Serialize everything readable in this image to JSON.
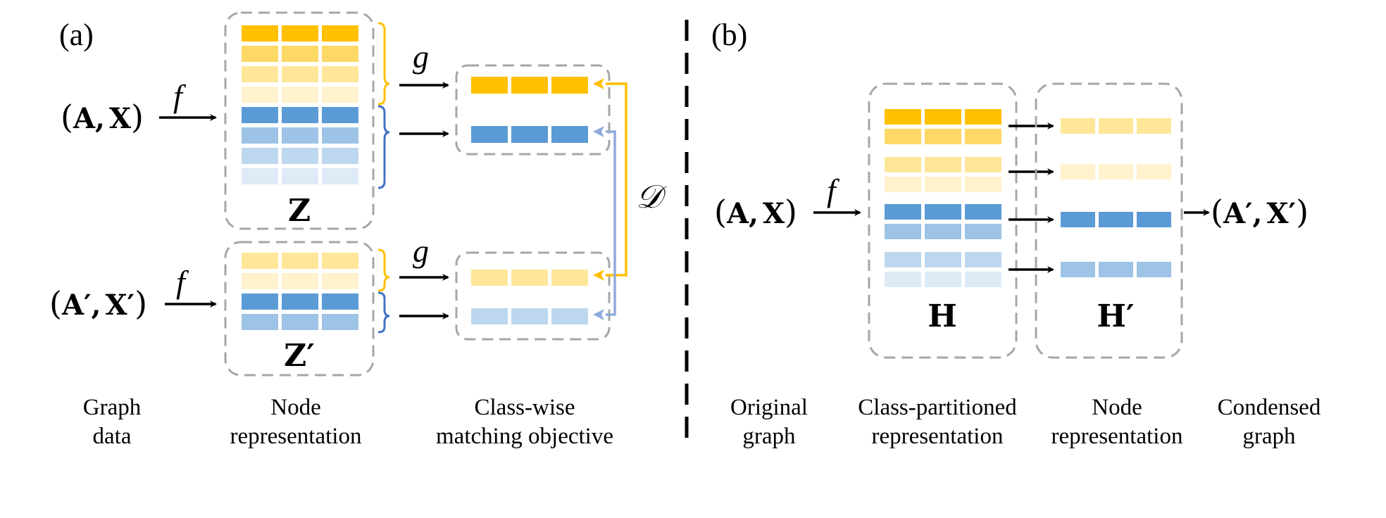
{
  "figure": {
    "panel_a": {
      "label": "(a)",
      "input_top": {
        "open": "(",
        "a": "A",
        "comma": ",",
        "x": "X",
        "close": ")"
      },
      "input_bottom": {
        "open": "(",
        "a": "A′",
        "comma": ",",
        "x": "X′",
        "close": ")"
      },
      "encoder_symbol": "f",
      "projector_symbol": "g",
      "distance_symbol": "𝒟",
      "matrix_top_label": "Z",
      "matrix_bottom_label": "Z′",
      "matrix_top_rows": [
        "#FFC000",
        "#FFD966",
        "#FFE699",
        "#FFF2CC",
        "#5B9BD5",
        "#9DC3E6",
        "#BDD7EE",
        "#DEEBF7"
      ],
      "matrix_bottom_rows": [
        "#FFE699",
        "#FFF2CC",
        "#5B9BD5",
        "#9DC3E6"
      ],
      "pooled_top_rows": [
        "#FFC000",
        "#5B9BD5"
      ],
      "pooled_bottom_rows": [
        "#FFE699",
        "#BDD7EE"
      ],
      "captions": [
        {
          "line1": "Graph",
          "line2": "data"
        },
        {
          "line1": "Node",
          "line2": "representation"
        },
        {
          "line1": "Class-wise",
          "line2": "matching objective"
        }
      ]
    },
    "panel_b": {
      "label": "(b)",
      "input": {
        "open": "(",
        "a": "A",
        "comma": ",",
        "x": "X",
        "close": ")"
      },
      "output": {
        "open": "(",
        "a": "A′",
        "comma": ",",
        "x": "X′",
        "close": ")"
      },
      "encoder_symbol": "f",
      "matrix_h_label": "H",
      "matrix_h_prime_label": "H′",
      "matrix_h_groups": [
        [
          "#FFC000",
          "#FFD966"
        ],
        [
          "#FFE699",
          "#FFF2CC"
        ],
        [
          "#5B9BD5",
          "#9DC3E6"
        ],
        [
          "#BDD7EE",
          "#DEEBF7"
        ]
      ],
      "matrix_h_prime_rows": [
        "#FFE699",
        "#FFF2CC",
        "#5B9BD5",
        "#9DC3E6"
      ],
      "captions": [
        {
          "line1": "Original",
          "line2": "graph"
        },
        {
          "line1": "Class-partitioned",
          "line2": "representation"
        },
        {
          "line1": "Node",
          "line2": "representation"
        },
        {
          "line1": "Condensed",
          "line2": "graph"
        }
      ]
    },
    "colors": {
      "class_orange": "#FFC000",
      "class_blue_brace": "#4472C4",
      "match_blue_line": "#8FAADC",
      "dashed_box": "#A6A6A6"
    }
  }
}
